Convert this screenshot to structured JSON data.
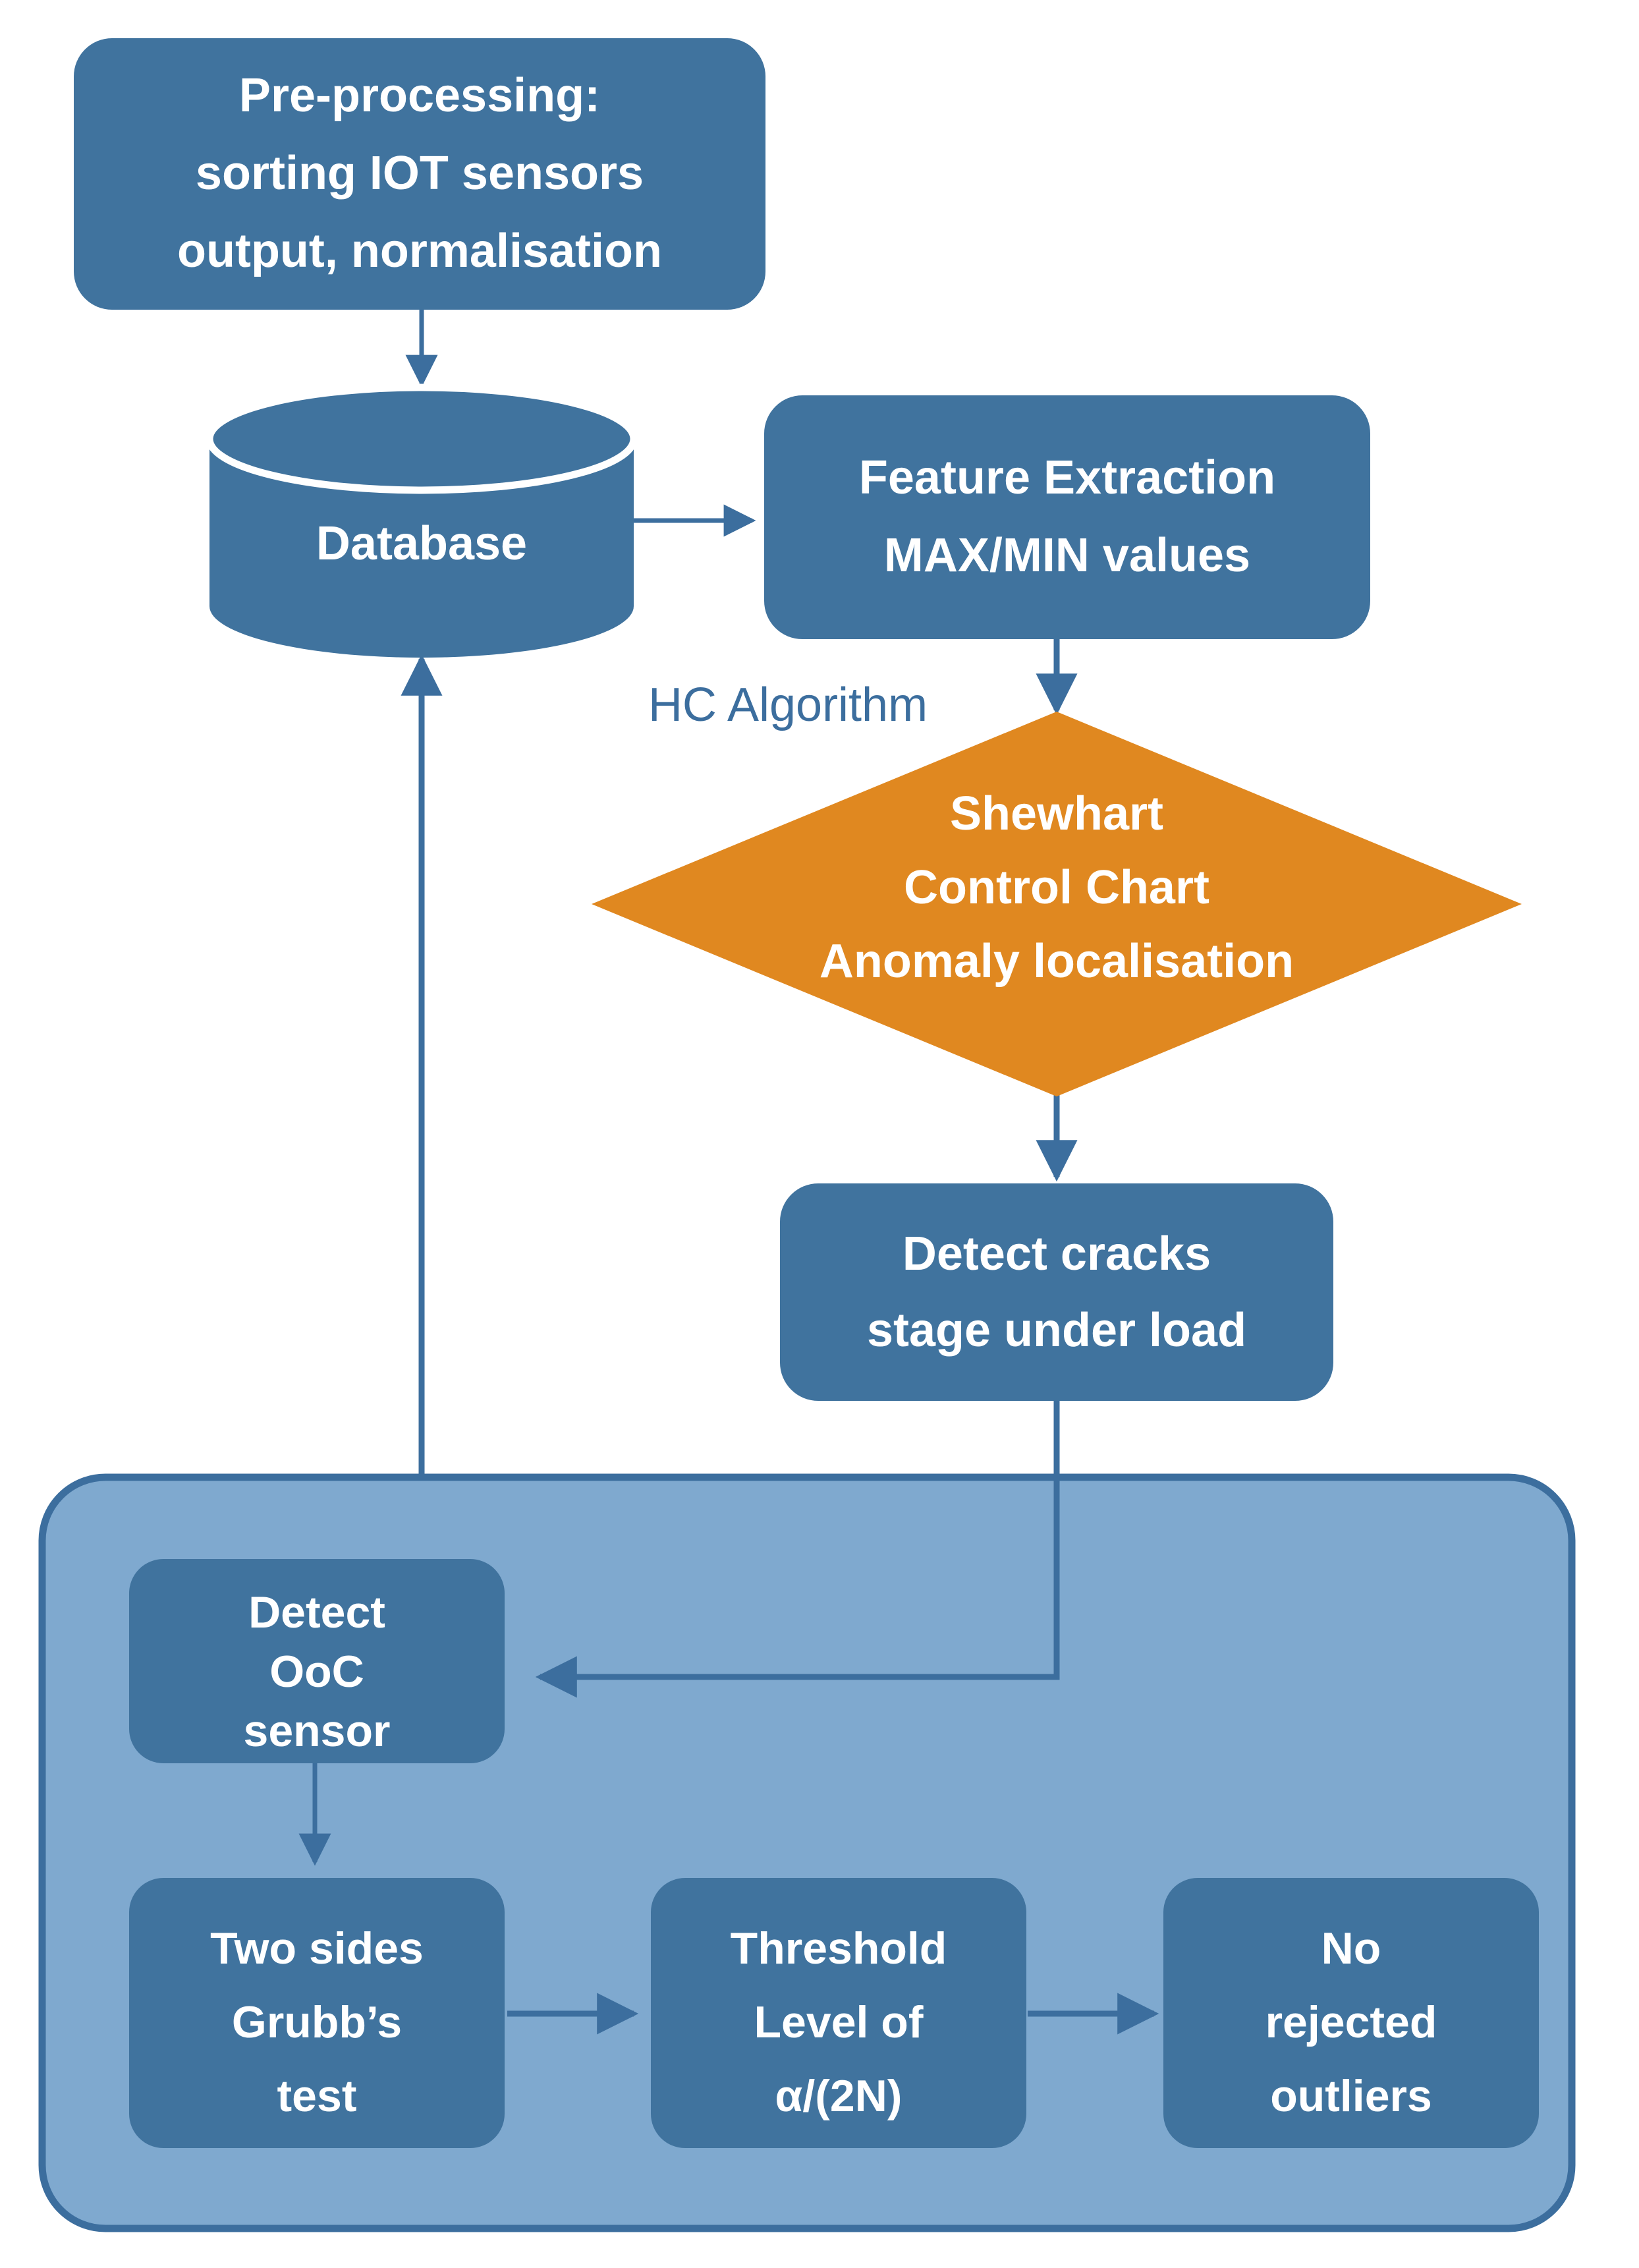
{
  "diagram": {
    "title": "IOT sensor anomaly detection pipeline",
    "colors": {
      "node_fill": "#40739E",
      "decision_fill": "#E08820",
      "group_fill": "#7FA9CF",
      "group_stroke": "#3C6E9E",
      "connector": "#3C6E9E",
      "node_text": "#FFFFFF",
      "edge_text": "#3C6E9E",
      "background": "#FFFFFF"
    },
    "nodes": {
      "preprocessing": {
        "shape": "rounded-rectangle",
        "lines": [
          "Pre-processing:",
          "sorting IOT sensors",
          "output, normalisation"
        ]
      },
      "database": {
        "shape": "cylinder",
        "label": "Database"
      },
      "feature_extraction": {
        "shape": "rounded-rectangle",
        "lines": [
          "Feature Extraction",
          "MAX/MIN values"
        ]
      },
      "shewhart": {
        "shape": "diamond",
        "lines": [
          "Shewhart",
          "Control Chart",
          "Anomaly localisation"
        ]
      },
      "detect_cracks": {
        "shape": "rounded-rectangle",
        "lines": [
          "Detect cracks",
          "stage under load"
        ]
      },
      "detect_ooc": {
        "shape": "rounded-rectangle",
        "lines": [
          "Detect",
          "OoC",
          "sensor"
        ]
      },
      "grubbs": {
        "shape": "rounded-rectangle",
        "lines": [
          "Two sides",
          "Grubb’s",
          "test"
        ]
      },
      "threshold": {
        "shape": "rounded-rectangle",
        "lines": [
          "Threshold",
          "Level of",
          "α/(2N)"
        ]
      },
      "no_outliers": {
        "shape": "rounded-rectangle",
        "lines": [
          "No",
          "rejected",
          "outliers"
        ]
      }
    },
    "edge_labels": {
      "hc_algorithm": "HC Algorithm"
    },
    "group": {
      "name": "outlier-rejection-group",
      "shape": "rounded-rectangle"
    }
  }
}
